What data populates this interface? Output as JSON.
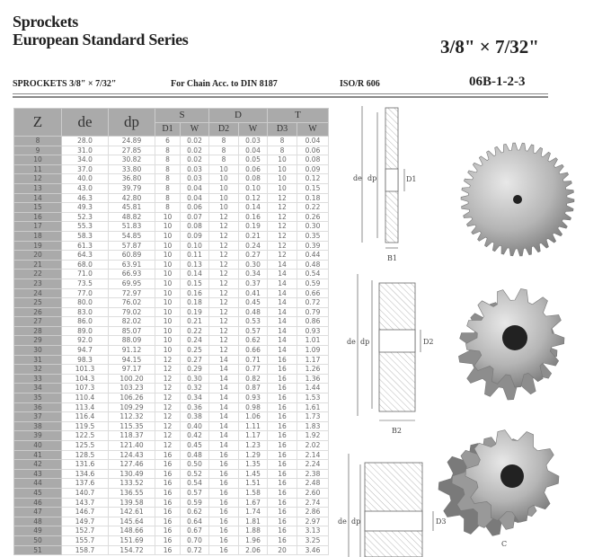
{
  "header": {
    "title_line1": "Sprockets",
    "title_line2": "European Standard Series",
    "size": "3/8\" × 7/32\""
  },
  "subheader": {
    "product": "SPROCKETS  3/8\" × 7/32\"",
    "chain": "For Chain Acc. to DIN 8187",
    "iso": "ISO/R 606",
    "code": "06B-1-2-3"
  },
  "table": {
    "headers": {
      "z": "Z",
      "de": "de",
      "dp": "dp",
      "s": "S",
      "d": "D",
      "t": "T",
      "d1": "D1",
      "d2": "D2",
      "d3": "D3",
      "w": "W"
    },
    "rows": [
      [
        "8",
        "28.0",
        "24.89",
        "6",
        "0.02",
        "8",
        "0.03",
        "8",
        "0.04"
      ],
      [
        "9",
        "31.0",
        "27.85",
        "8",
        "0.02",
        "8",
        "0.04",
        "8",
        "0.06"
      ],
      [
        "10",
        "34.0",
        "30.82",
        "8",
        "0.02",
        "8",
        "0.05",
        "10",
        "0.08"
      ],
      [
        "11",
        "37.0",
        "33.80",
        "8",
        "0.03",
        "10",
        "0.06",
        "10",
        "0.09"
      ],
      [
        "12",
        "40.0",
        "36.80",
        "8",
        "0.03",
        "10",
        "0.08",
        "10",
        "0.12"
      ],
      [
        "13",
        "43.0",
        "39.79",
        "8",
        "0.04",
        "10",
        "0.10",
        "10",
        "0.15"
      ],
      [
        "14",
        "46.3",
        "42.80",
        "8",
        "0.04",
        "10",
        "0.12",
        "12",
        "0.18"
      ],
      [
        "15",
        "49.3",
        "45.81",
        "8",
        "0.06",
        "10",
        "0.14",
        "12",
        "0.22"
      ],
      [
        "16",
        "52.3",
        "48.82",
        "10",
        "0.07",
        "12",
        "0.16",
        "12",
        "0.26"
      ],
      [
        "17",
        "55.3",
        "51.83",
        "10",
        "0.08",
        "12",
        "0.19",
        "12",
        "0.30"
      ],
      [
        "18",
        "58.3",
        "54.85",
        "10",
        "0.09",
        "12",
        "0.21",
        "12",
        "0.35"
      ],
      [
        "19",
        "61.3",
        "57.87",
        "10",
        "0.10",
        "12",
        "0.24",
        "12",
        "0.39"
      ],
      [
        "20",
        "64.3",
        "60.89",
        "10",
        "0.11",
        "12",
        "0.27",
        "12",
        "0.44"
      ],
      [
        "21",
        "68.0",
        "63.91",
        "10",
        "0.13",
        "12",
        "0.30",
        "14",
        "0.48"
      ],
      [
        "22",
        "71.0",
        "66.93",
        "10",
        "0.14",
        "12",
        "0.34",
        "14",
        "0.54"
      ],
      [
        "23",
        "73.5",
        "69.95",
        "10",
        "0.15",
        "12",
        "0.37",
        "14",
        "0.59"
      ],
      [
        "24",
        "77.0",
        "72.97",
        "10",
        "0.16",
        "12",
        "0.41",
        "14",
        "0.66"
      ],
      [
        "25",
        "80.0",
        "76.02",
        "10",
        "0.18",
        "12",
        "0.45",
        "14",
        "0.72"
      ],
      [
        "26",
        "83.0",
        "79.02",
        "10",
        "0.19",
        "12",
        "0.48",
        "14",
        "0.79"
      ],
      [
        "27",
        "86.0",
        "82.02",
        "10",
        "0.21",
        "12",
        "0.53",
        "14",
        "0.86"
      ],
      [
        "28",
        "89.0",
        "85.07",
        "10",
        "0.22",
        "12",
        "0.57",
        "14",
        "0.93"
      ],
      [
        "29",
        "92.0",
        "88.09",
        "10",
        "0.24",
        "12",
        "0.62",
        "14",
        "1.01"
      ],
      [
        "30",
        "94.7",
        "91.12",
        "10",
        "0.25",
        "12",
        "0.66",
        "14",
        "1.09"
      ],
      [
        "31",
        "98.3",
        "94.15",
        "12",
        "0.27",
        "14",
        "0.71",
        "16",
        "1.17"
      ],
      [
        "32",
        "101.3",
        "97.17",
        "12",
        "0.29",
        "14",
        "0.77",
        "16",
        "1.26"
      ],
      [
        "33",
        "104.3",
        "100.20",
        "12",
        "0.30",
        "14",
        "0.82",
        "16",
        "1.36"
      ],
      [
        "34",
        "107.3",
        "103.23",
        "12",
        "0.32",
        "14",
        "0.87",
        "16",
        "1.44"
      ],
      [
        "35",
        "110.4",
        "106.26",
        "12",
        "0.34",
        "14",
        "0.93",
        "16",
        "1.53"
      ],
      [
        "36",
        "113.4",
        "109.29",
        "12",
        "0.36",
        "14",
        "0.98",
        "16",
        "1.61"
      ],
      [
        "37",
        "116.4",
        "112.32",
        "12",
        "0.38",
        "14",
        "1.06",
        "16",
        "1.73"
      ],
      [
        "38",
        "119.5",
        "115.35",
        "12",
        "0.40",
        "14",
        "1.11",
        "16",
        "1.83"
      ],
      [
        "39",
        "122.5",
        "118.37",
        "12",
        "0.42",
        "14",
        "1.17",
        "16",
        "1.92"
      ],
      [
        "40",
        "125.5",
        "121.40",
        "12",
        "0.45",
        "14",
        "1.23",
        "16",
        "2.02"
      ],
      [
        "41",
        "128.5",
        "124.43",
        "16",
        "0.48",
        "16",
        "1.29",
        "16",
        "2.14"
      ],
      [
        "42",
        "131.6",
        "127.46",
        "16",
        "0.50",
        "16",
        "1.35",
        "16",
        "2.24"
      ],
      [
        "43",
        "134.6",
        "130.49",
        "16",
        "0.52",
        "16",
        "1.45",
        "16",
        "2.38"
      ],
      [
        "44",
        "137.6",
        "133.52",
        "16",
        "0.54",
        "16",
        "1.51",
        "16",
        "2.48"
      ],
      [
        "45",
        "140.7",
        "136.55",
        "16",
        "0.57",
        "16",
        "1.58",
        "16",
        "2.60"
      ],
      [
        "46",
        "143.7",
        "139.58",
        "16",
        "0.59",
        "16",
        "1.67",
        "16",
        "2.74"
      ],
      [
        "47",
        "146.7",
        "142.61",
        "16",
        "0.62",
        "16",
        "1.74",
        "16",
        "2.86"
      ],
      [
        "48",
        "149.7",
        "145.64",
        "16",
        "0.64",
        "16",
        "1.81",
        "16",
        "2.97"
      ],
      [
        "49",
        "152.7",
        "148.66",
        "16",
        "0.67",
        "16",
        "1.88",
        "16",
        "3.13"
      ],
      [
        "50",
        "155.7",
        "151.69",
        "16",
        "0.70",
        "16",
        "1.96",
        "16",
        "3.25"
      ],
      [
        "51",
        "158.7",
        "154.72",
        "16",
        "0.72",
        "16",
        "2.06",
        "20",
        "3.46"
      ]
    ]
  },
  "drawings": {
    "de": "de",
    "dp": "dp",
    "d1": "D1",
    "d2": "D2",
    "d3": "D3",
    "b1": "B1",
    "b2": "B2",
    "c": "C"
  }
}
